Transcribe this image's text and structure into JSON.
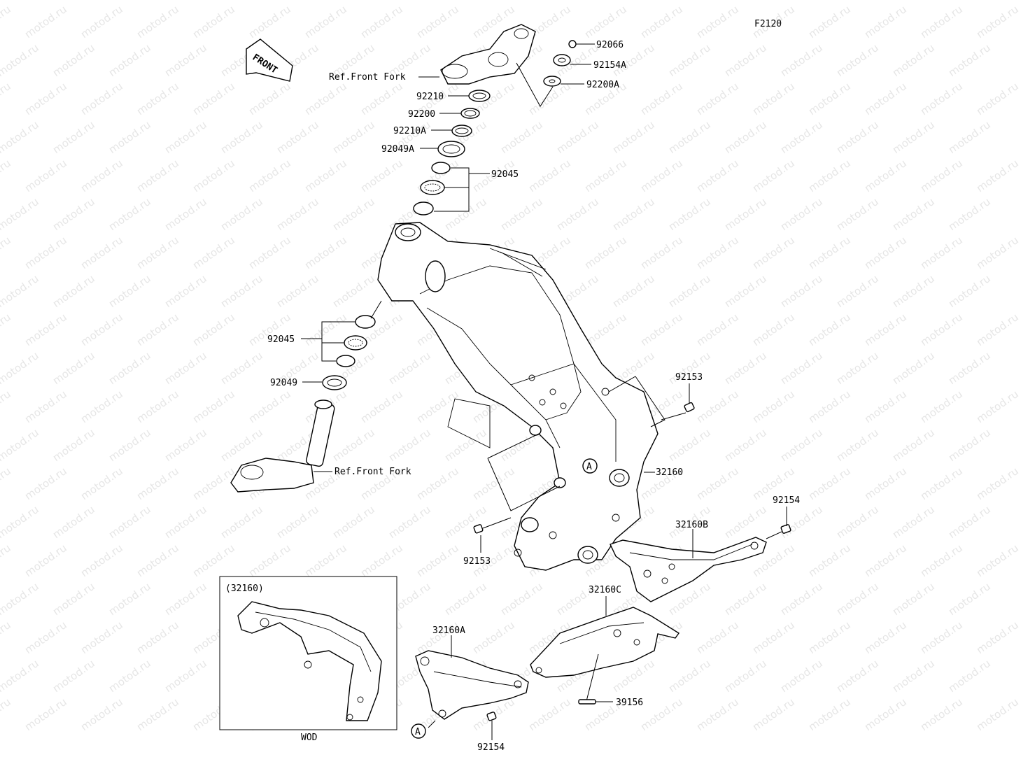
{
  "figure_code": "F2120",
  "direction_label": "FRONT",
  "watermark_text": "motod.ru",
  "inset": {
    "title": "(32160)",
    "caption": "WOD"
  },
  "callouts": {
    "ref_front_fork_top": "Ref.Front Fork",
    "ref_front_fork_bottom": "Ref.Front Fork",
    "p92066": "92066",
    "p92154A": "92154A",
    "p92200A": "92200A",
    "p92210": "92210",
    "p92200": "92200",
    "p92210A": "92210A",
    "p92049A": "92049A",
    "p92045_top": "92045",
    "p92045_left": "92045",
    "p92049": "92049",
    "p92153_right": "92153",
    "p32160": "32160",
    "p92154_right": "92154",
    "p32160B": "32160B",
    "p92153_bottom": "92153",
    "p32160C": "32160C",
    "p32160A": "32160A",
    "p39156": "39156",
    "p92154_bottom": "92154"
  },
  "reference_marks": {
    "A_frame": "A",
    "A_bracket": "A"
  }
}
